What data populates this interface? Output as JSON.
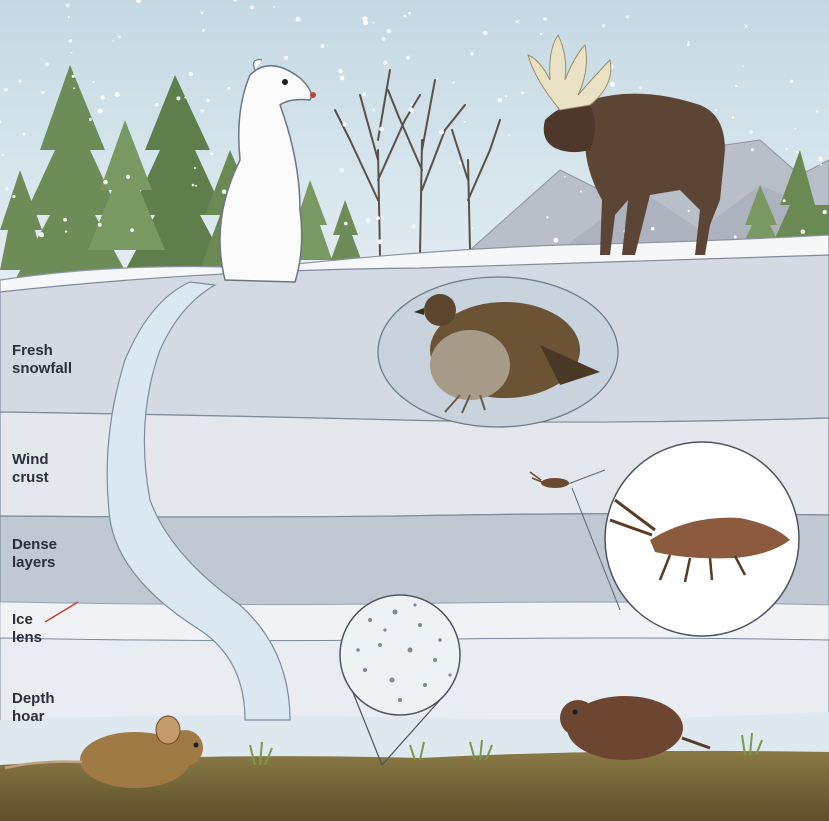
{
  "labels": {
    "fresh_snowfall": [
      "Fresh",
      "snowfall"
    ],
    "wind_crust": [
      "Wind",
      "crust"
    ],
    "dense_layers": [
      "Dense",
      "layers"
    ],
    "ice_lens": [
      "Ice",
      "lens"
    ],
    "depth_hoar": [
      "Depth",
      "hoar"
    ]
  },
  "colors": {
    "sky": "#cfe0e8",
    "snow_surface": "#f4f6f8",
    "fresh_layer": "#d6dde6",
    "wind_crust_layer": "#e6eaee",
    "dense_layer": "#c3ccd6",
    "ice_lens_layer": "#eef1f4",
    "depth_hoar_layer": "#e9edf1",
    "soil": "#7a6a3a",
    "tunnel": "#dce9f2",
    "evergreen": "#6b8a55",
    "indicator_line": "#d23a2a"
  },
  "icons": [
    "ermine",
    "moose",
    "grouse",
    "springtail",
    "vole",
    "mouse",
    "snow-grain-magnifier",
    "springtail-magnifier",
    "evergreen-tree",
    "bare-tree",
    "mountain",
    "grass-tuft"
  ]
}
